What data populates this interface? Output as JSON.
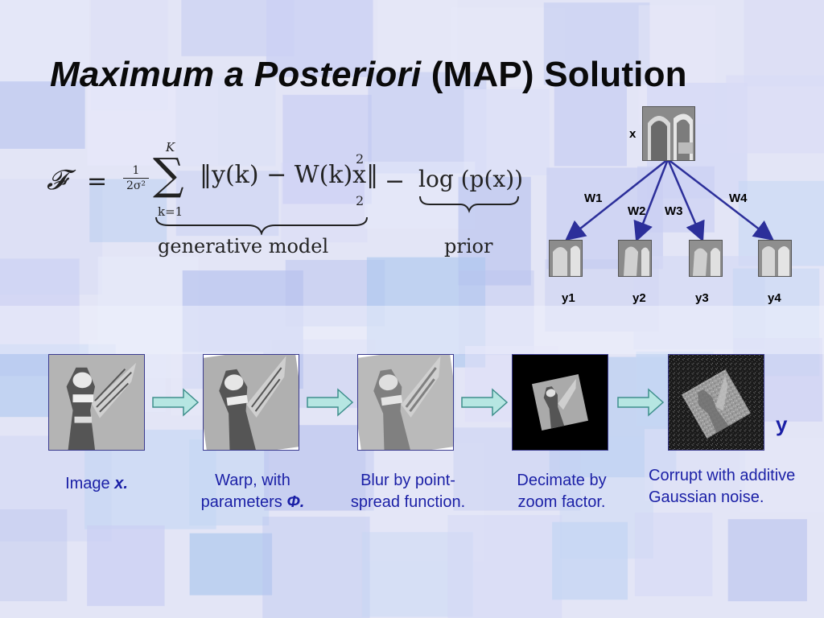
{
  "slide": {
    "title_italic": "Maximum a Posteriori",
    "title_rest": " (MAP) Solution"
  },
  "equation": {
    "lhs": "𝓕",
    "equals": "=",
    "frac_num": "1",
    "frac_den": "2σ²",
    "sum_symbol": "∑",
    "sum_upper": "K",
    "sum_lower": "k=1",
    "norm_expr": "‖y(k) − W(k)x‖",
    "norm_power": "2",
    "norm_sub": "2",
    "minus": "−",
    "prior_expr": "log (p(x))",
    "generative_label": "generative model",
    "prior_label": "prior"
  },
  "tree": {
    "root_label": "x",
    "edges": [
      "W1",
      "W2",
      "W3",
      "W4"
    ],
    "leaves": [
      "y1",
      "y2",
      "y3",
      "y4"
    ]
  },
  "pipeline": {
    "steps": [
      {
        "text": "Image ",
        "em": "x."
      },
      {
        "text": "Warp, with parameters ",
        "em": "Φ."
      },
      {
        "text": "Blur by point-spread function.",
        "em": ""
      },
      {
        "text": "Decimate by zoom factor.",
        "em": ""
      },
      {
        "text": "Corrupt with additive Gaussian noise.",
        "em": ""
      }
    ],
    "output_label": "y"
  },
  "colors": {
    "caption_blue": "#1a1fa6",
    "arrow_fill": "#b6e6e2",
    "arrow_stroke": "#3e8f8c",
    "tree_arrow": "#2c2f9a"
  }
}
